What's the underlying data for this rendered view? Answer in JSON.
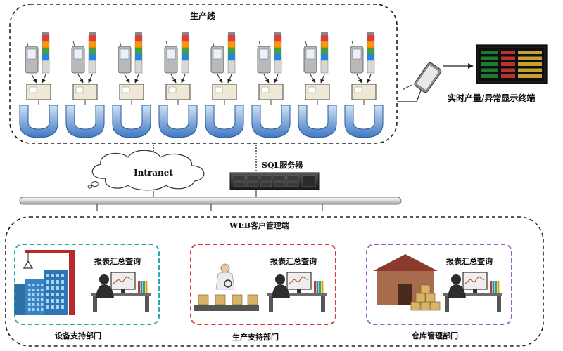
{
  "production_line": {
    "title": "生产线",
    "station_count": 8
  },
  "terminal": {
    "label": "实时产量/异常显示终端"
  },
  "network": {
    "intranet_label": "Intranet",
    "server_label": "SQL服务器"
  },
  "web_client": {
    "title": "WEB客户管理端",
    "departments": [
      {
        "name": "设备支持部门",
        "report_label": "报表汇总查询",
        "border_color": "#2aa9a9"
      },
      {
        "name": "生产支持部门",
        "report_label": "报表汇总查询",
        "border_color": "#d43a3a"
      },
      {
        "name": "仓库管理部门",
        "report_label": "报表汇总查询",
        "border_color": "#9a5fc0"
      }
    ]
  }
}
